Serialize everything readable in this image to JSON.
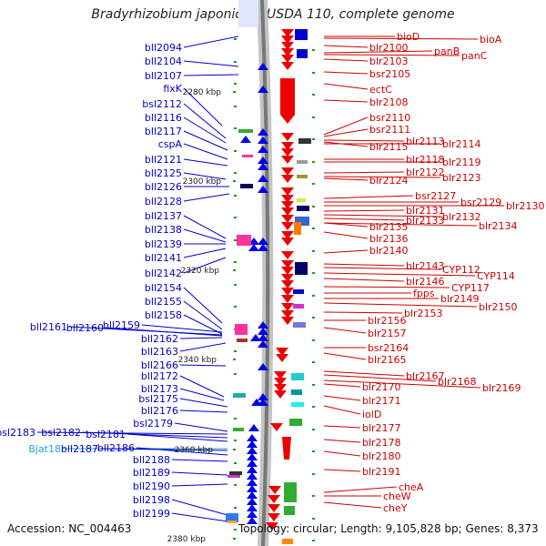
{
  "title": "Bradyrhizobium japonicum USDA 110, complete genome",
  "footer": {
    "accession": "Accession: NC_004463",
    "topology": "Topology: circular; Length: 9,105,828 bp; Genes: 8,373"
  },
  "scale": [
    {
      "label": "2280 kbp"
    },
    {
      "label": "2300 kbp"
    },
    {
      "label": "2320 kbp"
    },
    {
      "label": "2340 kbp"
    },
    {
      "label": "2360 kbp"
    },
    {
      "label": "2380 kbp"
    }
  ],
  "colors": {
    "left_label": "#0000cc",
    "special_label": "#1eaad2",
    "right_label": "#cc0000",
    "axis": "#888888"
  },
  "left_genes": [
    {
      "label": "bll2094"
    },
    {
      "label": "bll2104"
    },
    {
      "label": "bll2107"
    },
    {
      "label": "fixK"
    },
    {
      "label": "bsl2112"
    },
    {
      "label": "bll2116"
    },
    {
      "label": "bll2117"
    },
    {
      "label": "cspA"
    },
    {
      "label": "bll2121"
    },
    {
      "label": "bll2125"
    },
    {
      "label": "bll2126"
    },
    {
      "label": "bll2128"
    },
    {
      "label": "bll2137"
    },
    {
      "label": "bll2138"
    },
    {
      "label": "bll2139"
    },
    {
      "label": "bll2141"
    },
    {
      "label": "bll2142"
    },
    {
      "label": "bll2154"
    },
    {
      "label": "bll2155"
    },
    {
      "label": "bll2158"
    },
    {
      "label": "bll2159"
    },
    {
      "label": "bll2161"
    },
    {
      "label": "bll2160"
    },
    {
      "label": "bll2162"
    },
    {
      "label": "bll2163"
    },
    {
      "label": "bll2166"
    },
    {
      "label": "bll2172"
    },
    {
      "label": "bll2173"
    },
    {
      "label": "bsl2175"
    },
    {
      "label": "bll2176"
    },
    {
      "label": "bsl2179"
    },
    {
      "label": "bsl2183"
    },
    {
      "label": "bsl2182"
    },
    {
      "label": "bsl2181"
    },
    {
      "label": "Bjat18"
    },
    {
      "label": "bll2187"
    },
    {
      "label": "bll2186"
    },
    {
      "label": "bll2188"
    },
    {
      "label": "bll2189"
    },
    {
      "label": "bll2190"
    },
    {
      "label": "bll2198"
    },
    {
      "label": "bll2199"
    }
  ],
  "right_genes": [
    {
      "label": "bioD"
    },
    {
      "label": "bioA"
    },
    {
      "label": "blr2100"
    },
    {
      "label": "panB"
    },
    {
      "label": "panC"
    },
    {
      "label": "blr2103"
    },
    {
      "label": "bsr2105"
    },
    {
      "label": "ectC"
    },
    {
      "label": "blr2108"
    },
    {
      "label": "bsr2110"
    },
    {
      "label": "bsr2111"
    },
    {
      "label": "blr2113"
    },
    {
      "label": "blr2114"
    },
    {
      "label": "blr2115"
    },
    {
      "label": "blr2118"
    },
    {
      "label": "blr2119"
    },
    {
      "label": "blr2122"
    },
    {
      "label": "blr2123"
    },
    {
      "label": "blr2124"
    },
    {
      "label": "bsr2127"
    },
    {
      "label": "bsr2129"
    },
    {
      "label": "blr2130"
    },
    {
      "label": "blr2131"
    },
    {
      "label": "blr2132"
    },
    {
      "label": "blr2133"
    },
    {
      "label": "blr2134"
    },
    {
      "label": "blr2135"
    },
    {
      "label": "blr2136"
    },
    {
      "label": "blr2140"
    },
    {
      "label": "blr2143"
    },
    {
      "label": "CYP112"
    },
    {
      "label": "CYP114"
    },
    {
      "label": "blr2146"
    },
    {
      "label": "CYP117"
    },
    {
      "label": "fpps"
    },
    {
      "label": "blr2149"
    },
    {
      "label": "blr2150"
    },
    {
      "label": "blr2153"
    },
    {
      "label": "blr2156"
    },
    {
      "label": "blr2157"
    },
    {
      "label": "bsr2164"
    },
    {
      "label": "blr2165"
    },
    {
      "label": "blr2167"
    },
    {
      "label": "blr2168"
    },
    {
      "label": "blr2169"
    },
    {
      "label": "blr2170"
    },
    {
      "label": "blr2171"
    },
    {
      "label": "iolD"
    },
    {
      "label": "blr2177"
    },
    {
      "label": "blr2178"
    },
    {
      "label": "blr2180"
    },
    {
      "label": "blr2191"
    },
    {
      "label": "cheA"
    },
    {
      "label": "cheW"
    },
    {
      "label": "cheY"
    }
  ]
}
